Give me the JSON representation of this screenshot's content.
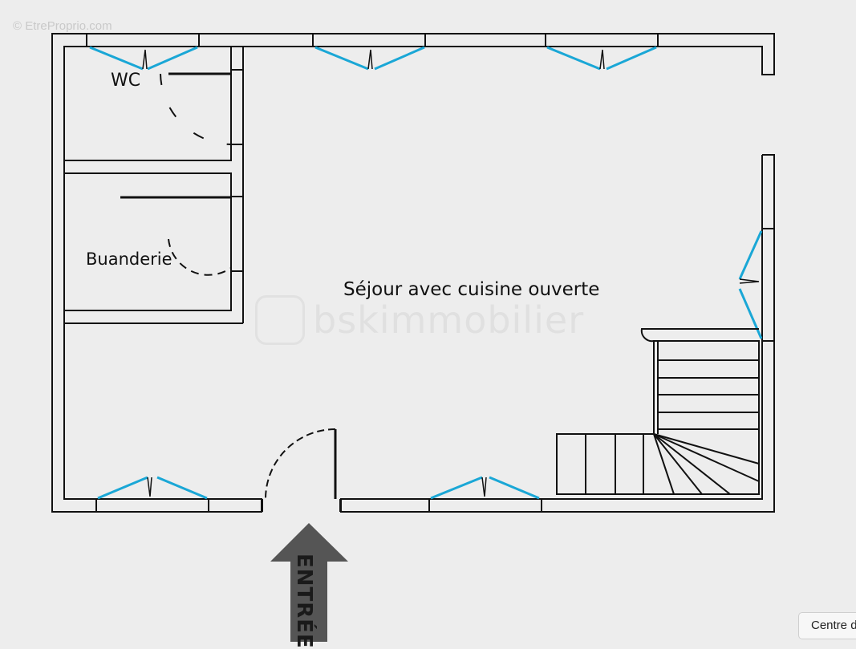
{
  "watermarks": {
    "top_left": "© EtreProprio.com",
    "center": "bskimmobilier"
  },
  "rooms": {
    "wc": "WC",
    "buanderie": "Buanderie",
    "sejour": "Séjour avec cuisine ouverte"
  },
  "entrance_label": "ENTRÉE",
  "centre_button_label": "Centre d",
  "colors": {
    "walls": "#111111",
    "windows": "#1aa7d6",
    "arrow": "#555555",
    "background": "#ededed"
  }
}
